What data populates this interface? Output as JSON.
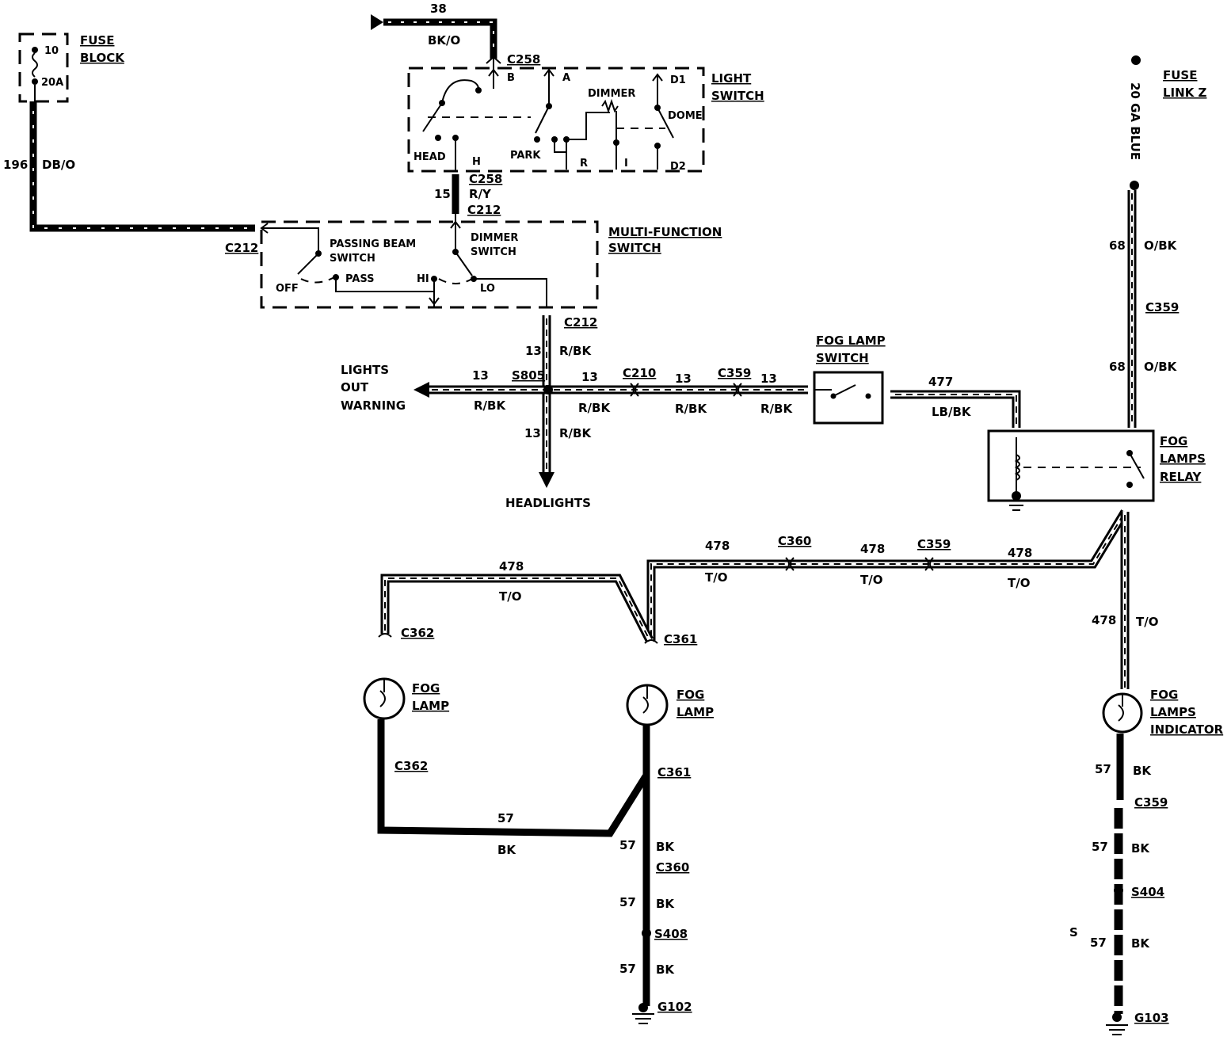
{
  "fuse_block": {
    "label_line1": "FUSE",
    "label_line2": "BLOCK",
    "fuse_top": "10",
    "fuse_bottom": "20A"
  },
  "fuse_link": {
    "label_line1": "FUSE",
    "label_line2": "LINK Z",
    "wire": "20 GA BLUE"
  },
  "light_switch": {
    "label_line1": "LIGHT",
    "label_line2": "SWITCH",
    "terminals": {
      "b": "B",
      "a": "A",
      "d1": "D1",
      "dimmer": "DIMMER",
      "dome": "DOME",
      "head": "HEAD",
      "h": "H",
      "park": "PARK",
      "r": "R",
      "i": "I",
      "d2": "D2"
    }
  },
  "multi_function_switch": {
    "label_line1": "MULTI-FUNCTION",
    "label_line2": "SWITCH",
    "passing_line1": "PASSING BEAM",
    "passing_line2": "SWITCH",
    "dimmer_line1": "DIMMER",
    "dimmer_line2": "SWITCH",
    "off": "OFF",
    "pass": "PASS",
    "hi": "HI",
    "lo": "LO"
  },
  "fog_lamp_switch": {
    "label_line1": "FOG LAMP",
    "label_line2": "SWITCH"
  },
  "fog_lamps_relay": {
    "label_line1": "FOG",
    "label_line2": "LAMPS",
    "label_line3": "RELAY"
  },
  "fog_lamp_left": {
    "label_line1": "FOG",
    "label_line2": "LAMP"
  },
  "fog_lamp_right": {
    "label_line1": "FOG",
    "label_line2": "LAMP"
  },
  "fog_lamps_indicator": {
    "label_line1": "FOG",
    "label_line2": "LAMPS",
    "label_line3": "INDICATOR"
  },
  "destinations": {
    "lights_out_line1": "LIGHTS",
    "lights_out_line2": "OUT",
    "lights_out_line3": "WARNING",
    "headlights": "HEADLIGHTS"
  },
  "connectors": {
    "c258_top": "C258",
    "c258_bottom": "C258",
    "c212_a": "C212",
    "c212_b": "C212",
    "c212_c": "C212",
    "c210": "C210",
    "c359_a": "C359",
    "c359_b": "C359",
    "c359_c": "C359",
    "c359_d": "C359",
    "c360_a": "C360",
    "c360_b": "C360",
    "c361_a": "C361",
    "c361_b": "C361",
    "c362_a": "C362",
    "c362_b": "C362",
    "s805": "S805",
    "s408": "S408",
    "s404": "S404",
    "g102": "G102",
    "g103": "G103"
  },
  "wires": {
    "w38": "38",
    "w38_color": "BK/O",
    "w196": "196",
    "w196_color": "DB/O",
    "w15": "15",
    "w15_color": "R/Y",
    "w13": "13",
    "w13_color": "R/BK",
    "w68": "68",
    "w68_color": "O/BK",
    "w477": "477",
    "w477_color": "LB/BK",
    "w478": "478",
    "w478_color": "T/O",
    "w57": "57",
    "w57_color": "BK"
  },
  "misc": {
    "stray_s": "S"
  }
}
